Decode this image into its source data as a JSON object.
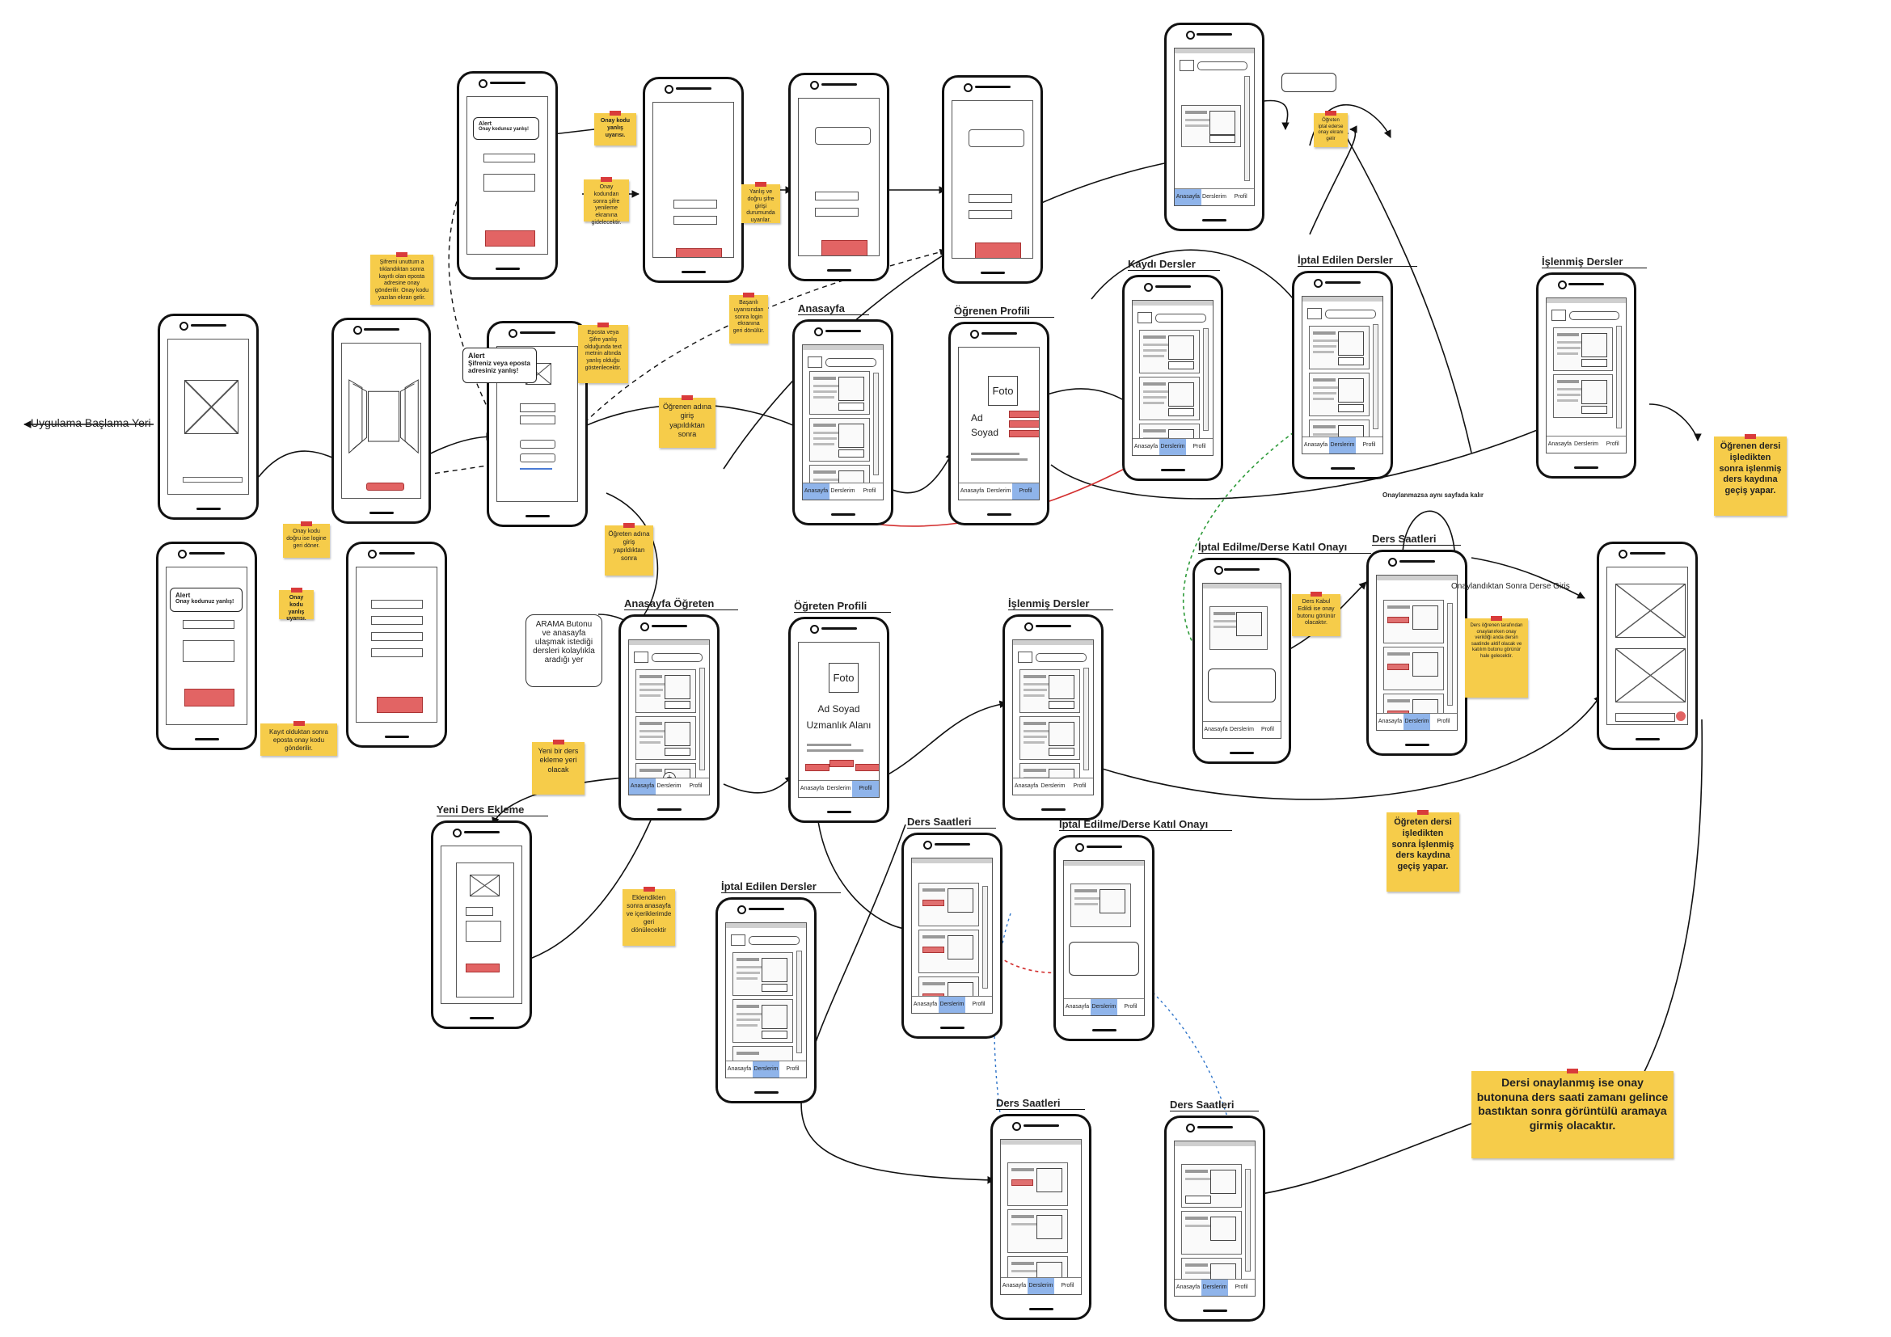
{
  "colors": {
    "note": "#f6cc4a",
    "pin": "#d93b3b",
    "button_red": "#e26464",
    "nav_active": "#8fb4ea",
    "line": "#111111",
    "link_red": "#d32f2f",
    "link_green": "#2e9b3a",
    "link_blue": "#2f74c9"
  },
  "start_label": "Uygulama Başlama Yeri",
  "nav": {
    "home": "Anasayfa",
    "courses": "Derslerim",
    "profile": "Profil"
  },
  "screen_titles": {
    "anasayfa": "Anasayfa",
    "ogrenen_profil": "Öğrenen Profili",
    "kayitli_dersler": "Kaydı Dersler",
    "iptal_dersler": "İptal Edilen Dersler",
    "islenmis_dersler": "İşlenmiş Dersler",
    "anasayfa_ogreten": "Anasayfa Öğreten",
    "ogreten_profil": "Öğreten Profili",
    "islenmis_dersler_2": "İşlenmiş Dersler",
    "iptal_onay": "İptal Edilme/Derse Katıl Onayı",
    "ders_saatleri": "Ders Saatleri",
    "yeni_ders": "Yeni Ders Ekleme",
    "ders_saatleri_2": "Ders Saatleri",
    "iptal_onay_2": "İptal Edilme/Derse Katıl Onayı",
    "iptal_dersler_2": "İptal Edilen Dersler",
    "ders_saatleri_3": "Ders Saatleri",
    "ders_saatleri_4": "Ders Saatleri"
  },
  "alerts": {
    "code_wrong": {
      "title": "Alert",
      "body": "Onay kodunuz yanlış!"
    },
    "code_wrong_2": {
      "title": "Alert",
      "body": "Onay kodunuz yanlış!"
    },
    "login_wrong": {
      "title": "Alert",
      "body": "Şifreniz veya eposta adresiniz yanlış!"
    }
  },
  "profile": {
    "photo": "Foto",
    "name_top": "Ad",
    "name_bottom": "Soyad",
    "ogreten_name": "Ad Soyad",
    "ogreten_area": "Uzmanlık Alanı"
  },
  "notes": {
    "n1": "Onay kodu yanlış uyarısı.",
    "n2": "Onay kodundan sonra şifre yenileme ekranına gidelecektir.",
    "n3": "Yanlış ve doğru şifre girişi durumunda uyarılar.",
    "n4": "Şifremi unuttum a tıklandıktan sonra kayıtlı olan eposta adresine onay gönderilir. Onay kodu yazılan ekran gelir.",
    "n5": "Eposta veya Şifre yanlış olduğunda text metnin altında yanlış olduğu gösterilecektir.",
    "n6": "Başarılı uyarısından sonra login ekranına geri dönülür.",
    "n7": "Öğrenen adına giriş yapıldıktan sonra",
    "n8": "Onay kodu doğru ise logine geri döner.",
    "n9": "Onay kodu yanlış uyarısı.",
    "n10": "Kayıt olduktan sonra eposta onay kodu gönderilir.",
    "n11": "Öğreten adına giriş yapıldıktan sonra",
    "n12": "Yeni bir ders ekleme yeri olacak",
    "n13": "Eklendikten sonra anasayfa ve içeriklerimde geri dönülecektir",
    "n14": "Öğrenen dersi işledikten sonra işlenmiş ders kaydına geçiş yapar.",
    "n15": "Öğreten dersi işledikten sonra İşlenmiş ders kaydına geçiş yapar.",
    "n16": "Dersi onaylanmış ise onay butonuna ders saati zamanı gelince bastıktan sonra görüntülü aramaya girmiş olacaktır.",
    "n17": "Ders Kabul Edildi ise onay butonu görünür olacaktır.",
    "n18": "Ders öğrenen tarafından onaylanırken onay verildiği anda dersin saatinde aktif olacak ve katılım butonu görünür hale gelecektir.",
    "n19": "Öğreten iptal ederse onay ekranı gelir"
  },
  "labels": {
    "search_desc": "ARAMA Butonu ve anasayfa ulaşmak istediği dersleri kolaylıkla aradığı yer",
    "same_page": "Onaylanmazsa aynı sayfada kalır",
    "after_confirm": "Onaylandıktan Sonra Derse Giriş"
  }
}
